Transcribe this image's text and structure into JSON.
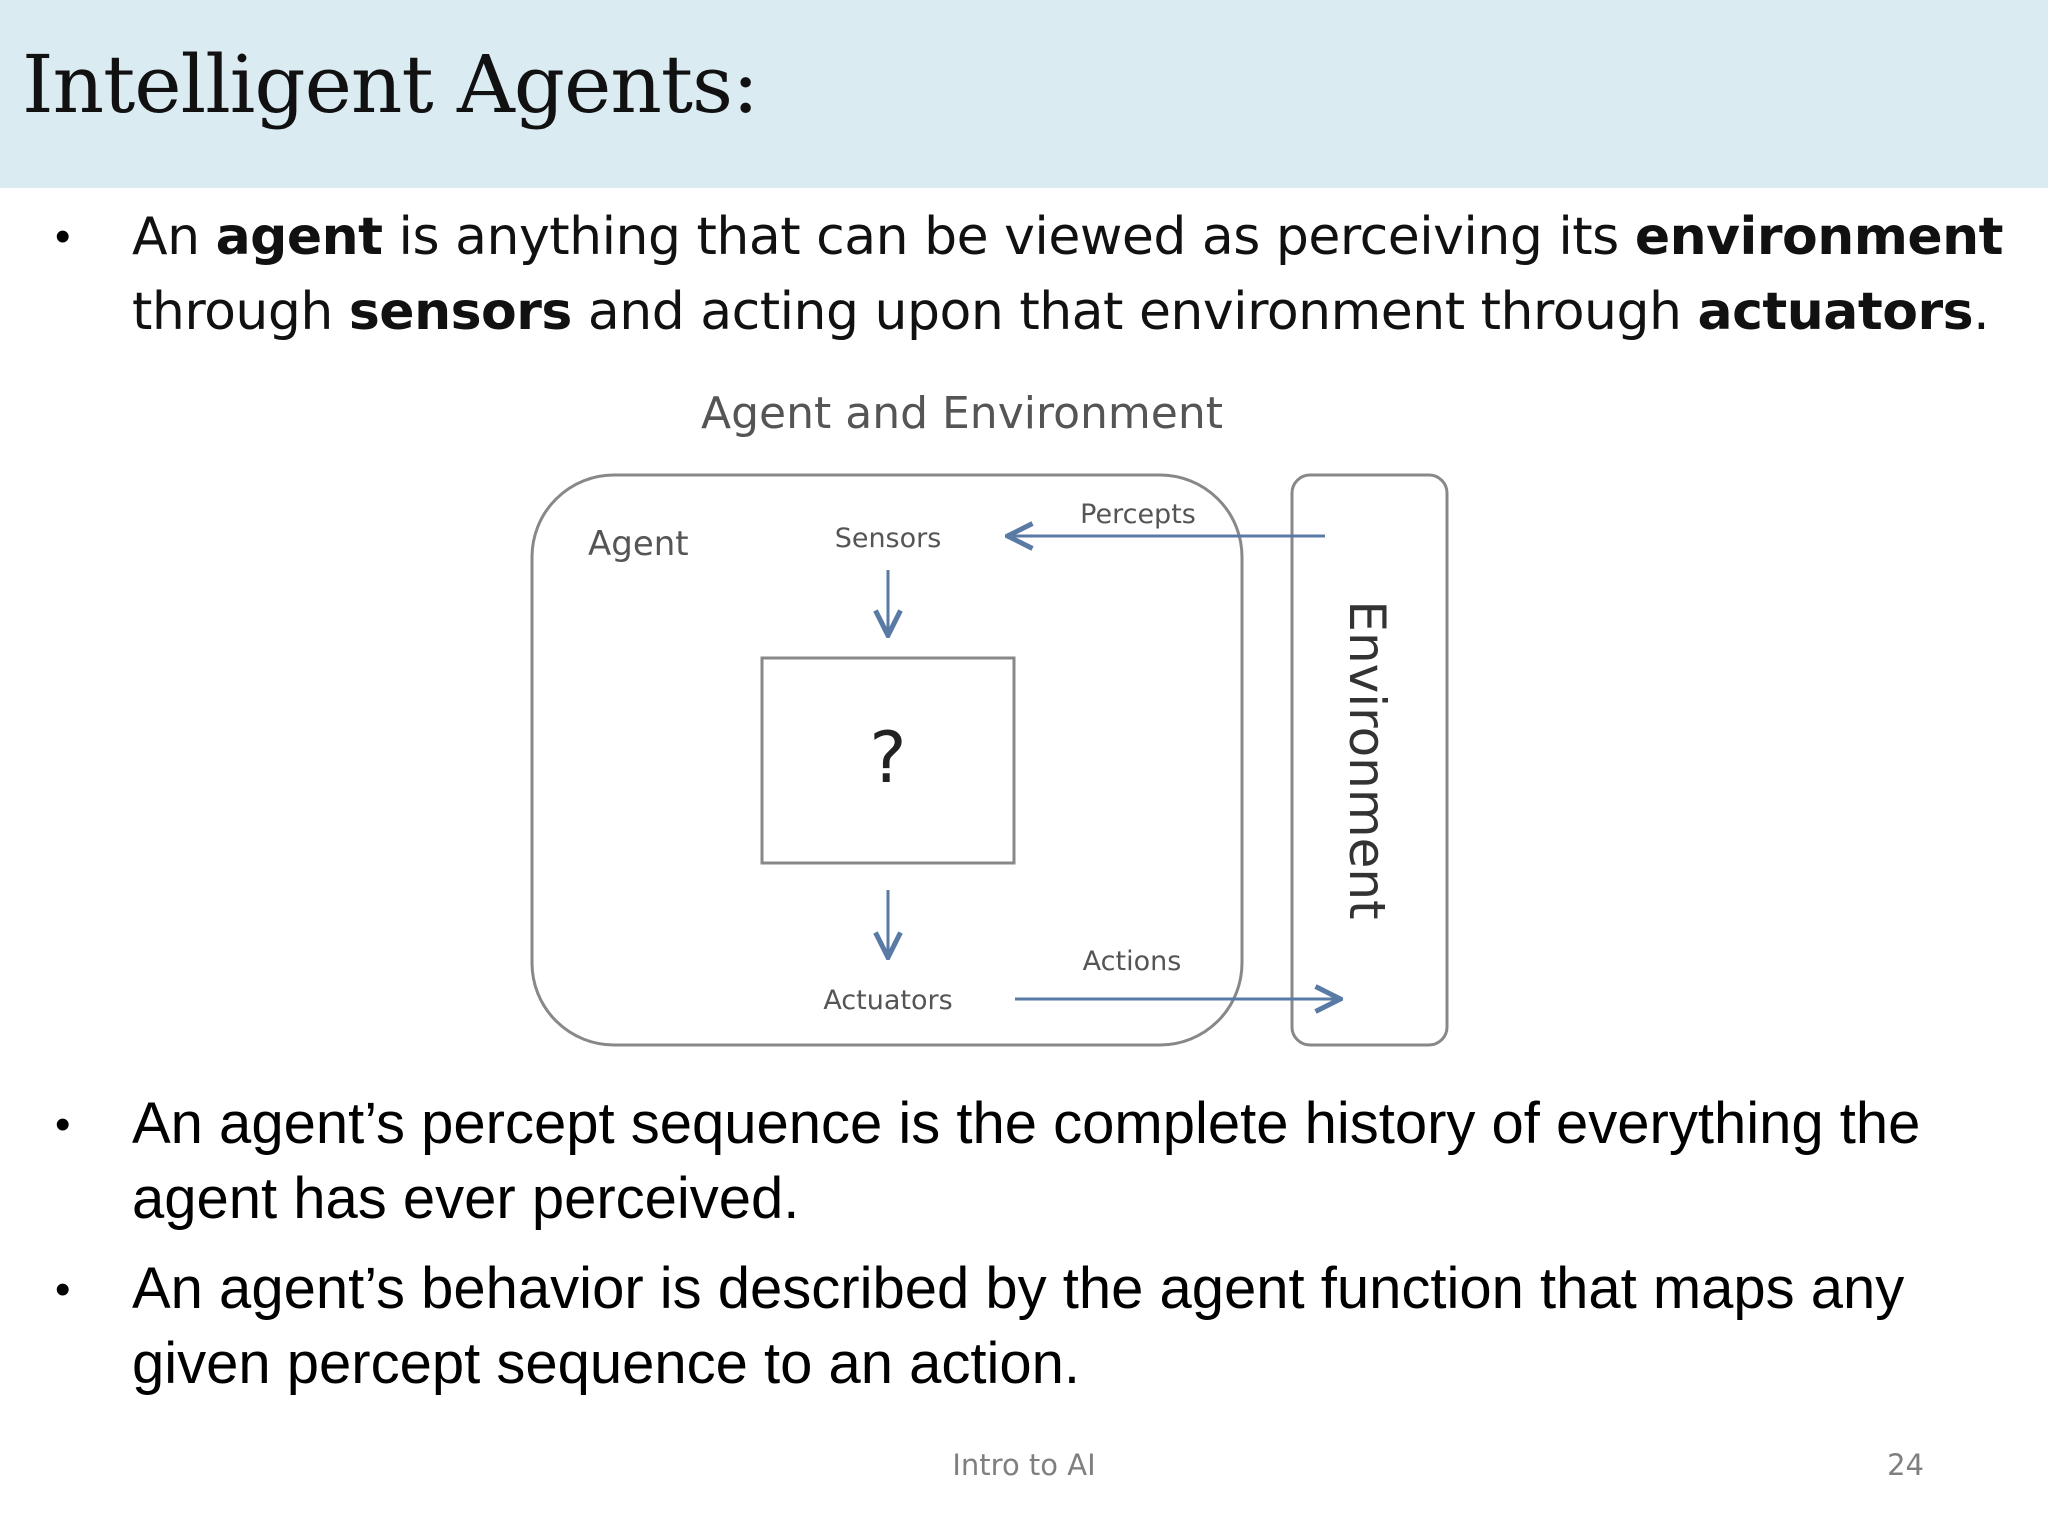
{
  "slide": {
    "title": "Intelligent Agents:"
  },
  "bullets": [
    {
      "parts": {
        "p1": "An ",
        "b1": "agent",
        "p2": " is anything that can be viewed as perceiving its ",
        "b2": "environment",
        "p3": " through ",
        "b3": "sensors",
        "p4": " and acting upon that environment through ",
        "b4": "actuators",
        "p5": "."
      }
    },
    {
      "text": "An agent’s percept sequence is the complete history of everything the agent has ever perceived."
    },
    {
      "text": "An agent’s behavior is described by the agent function that maps any given percept sequence to an action."
    }
  ],
  "bullet_symbol": "•",
  "diagram": {
    "title": "Agent and Environment",
    "agent_label": "Agent",
    "sensors_label": "Sensors",
    "percepts_label": "Percepts",
    "unknown_label": "?",
    "actions_label": "Actions",
    "actuators_label": "Actuators",
    "environment_label": "Environment",
    "arrow_color": "#5a7aa6",
    "line_color": "#888888"
  },
  "footer": {
    "center": "Intro to AI",
    "page_number": "24"
  }
}
